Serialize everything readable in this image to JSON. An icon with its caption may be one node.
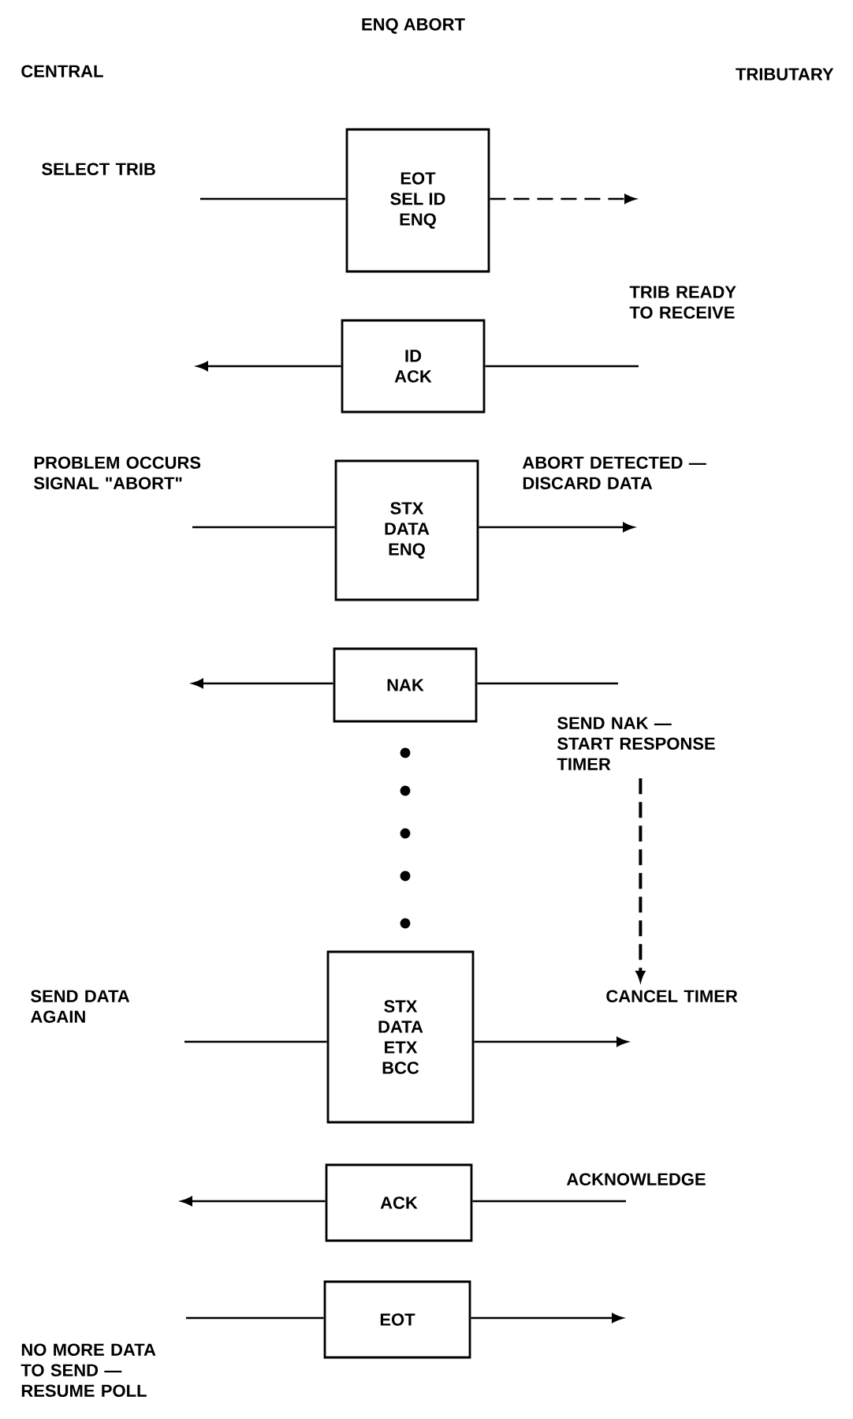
{
  "diagram": {
    "title": "ENQ ABORT",
    "nodes": [
      {
        "text": [
          "EOT",
          "SEL ID",
          "ENQ"
        ]
      },
      {
        "text": [
          "ID",
          "ACK"
        ]
      },
      {
        "text": [
          "STX",
          "DATA",
          "ENQ"
        ]
      },
      {
        "text": [
          "NAK"
        ]
      },
      {
        "text": [
          "SEND NAK — START RESPONSE TIMER"
        ]
      },
      {
        "text": [
          "CANCEL TIMER"
        ]
      },
      {
        "text": [
          "STX",
          "DATA",
          "ETX",
          "BCC"
        ]
      },
      {
        "text": [
          "ACK"
        ]
      },
      {
        "text": [
          "EOT"
        ]
      }
    ],
    "edges": [
      {
        "from": null,
        "to": 0,
        "arrow": "none"
      },
      {
        "from": 0,
        "to": null,
        "arrow": "to",
        "style": "dashed"
      },
      {
        "from": null,
        "to": 1,
        "arrow": "none"
      },
      {
        "from": 1,
        "to": null,
        "arrow": "to"
      },
      {
        "from": null,
        "to": 2,
        "arrow": "none"
      },
      {
        "from": 2,
        "to": null,
        "arrow": "to"
      },
      {
        "from": 4,
        "to": 3,
        "arrow": "none"
      },
      {
        "from": 3,
        "to": null,
        "arrow": "to"
      },
      {
        "from": 4,
        "to": 5,
        "arrow": "to",
        "style": "dashed"
      },
      {
        "from": null,
        "to": 6,
        "arrow": "none"
      },
      {
        "from": 6,
        "to": null,
        "arrow": "to"
      },
      {
        "from": null,
        "to": 7,
        "arrow": "none"
      },
      {
        "from": 7,
        "to": null,
        "arrow": "to"
      },
      {
        "from": null,
        "to": 8,
        "arrow": "none"
      },
      {
        "from": 8,
        "to": null,
        "arrow": "to"
      }
    ],
    "labels": [
      "CENTRAL",
      "TRIBUTARY",
      "SELECT TRIB",
      "TRIB READY TO RECEIVE",
      "PROBLEM OCCURS SIGNAL \"ABORT\"",
      "ABORT DETECTED — DISCARD DATA",
      "SEND DATA AGAIN",
      "ACKNOWLEDGE",
      "NO MORE DATA TO SEND — RESUME POLL"
    ]
  }
}
